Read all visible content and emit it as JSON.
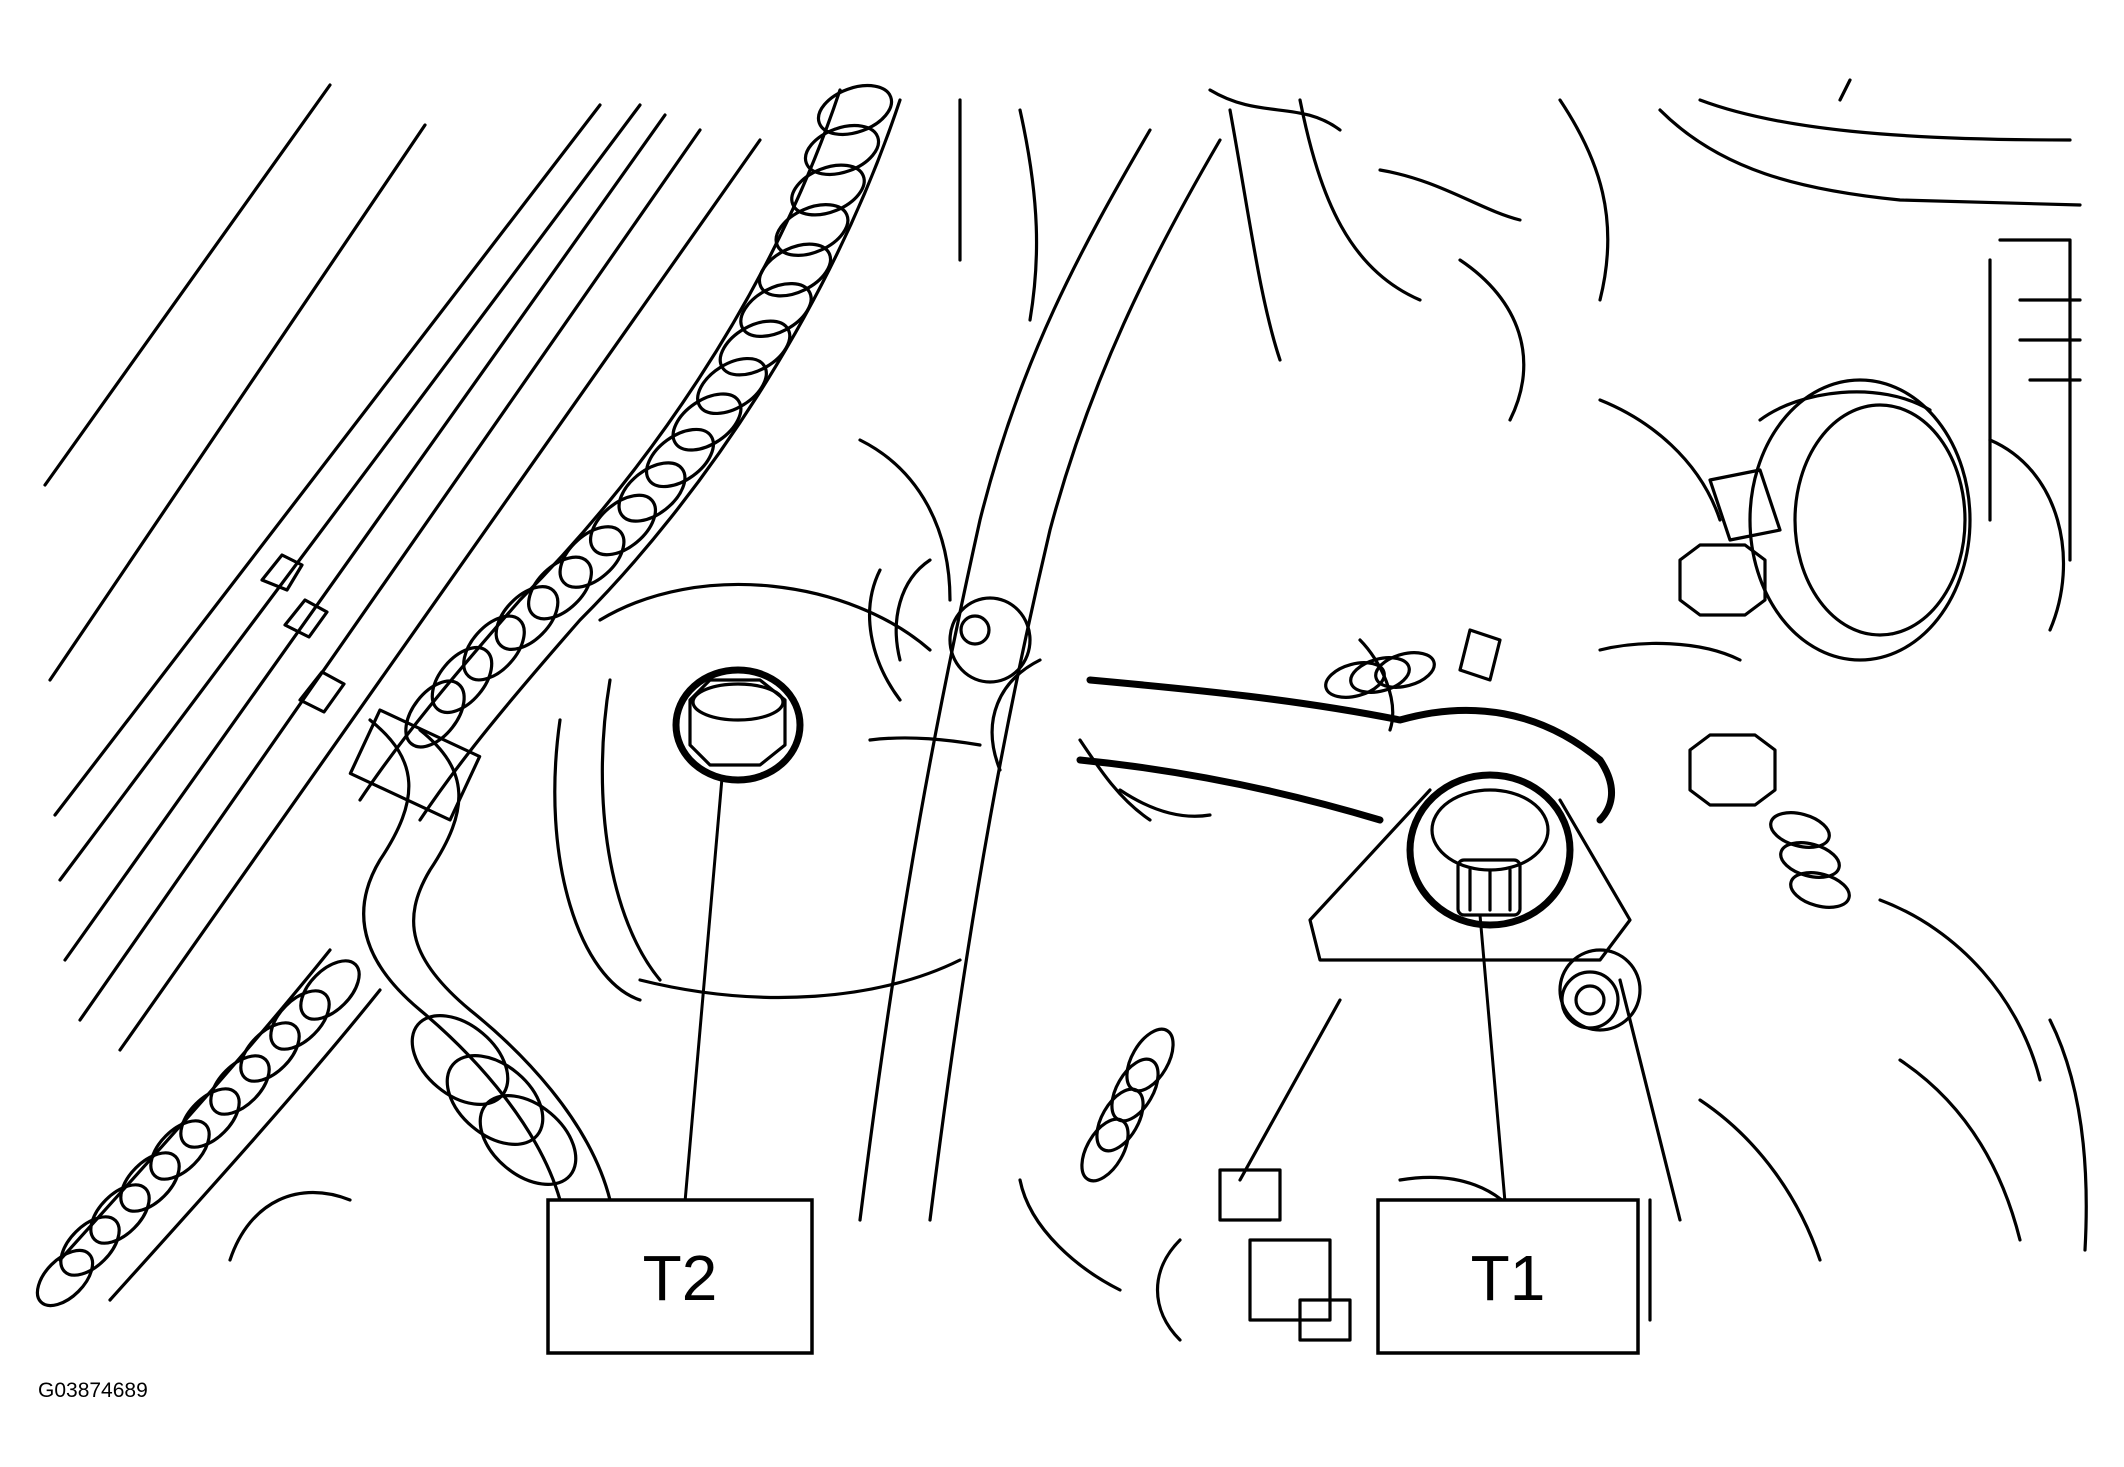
{
  "callouts": {
    "t1": {
      "label": "T1"
    },
    "t2": {
      "label": "T2"
    }
  },
  "figure": {
    "id": "G03874689"
  }
}
